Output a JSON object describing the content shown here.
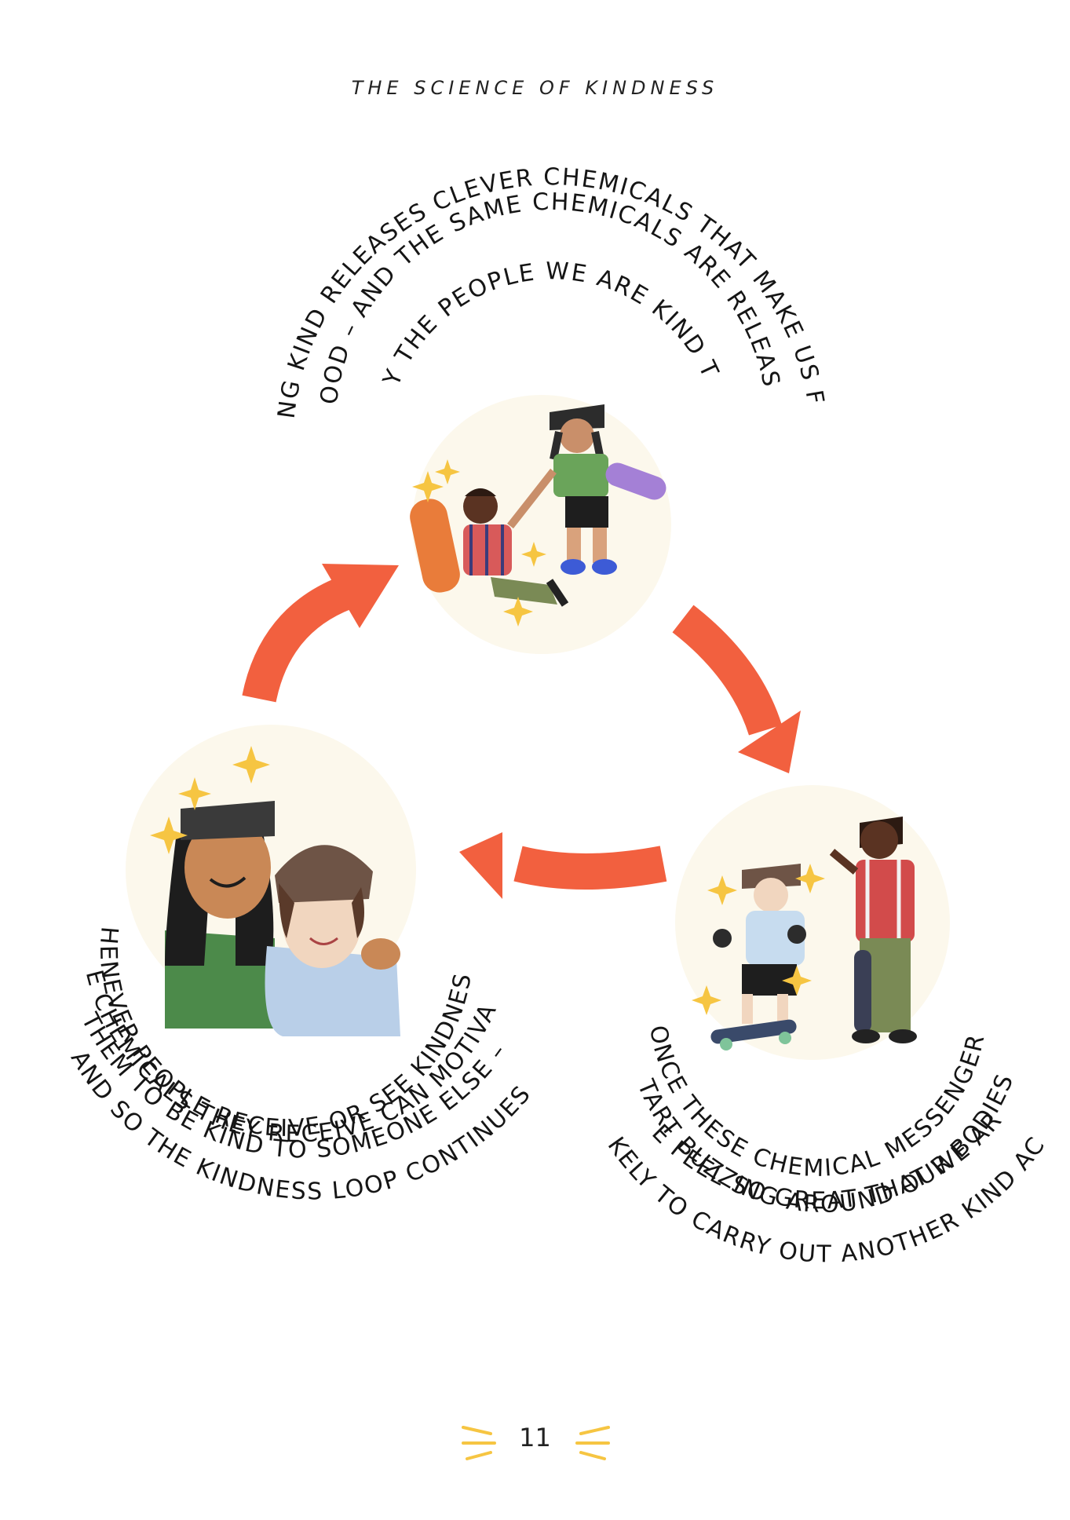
{
  "running_head": "THE SCIENCE OF KINDNESS",
  "loop": {
    "top": {
      "lines": [
        "BEING KIND RELEASES CLEVER CHEMICALS THAT MAKE US FEEL",
        "GOOD – AND THE SAME CHEMICALS ARE RELEASED",
        "BY THE PEOPLE WE ARE KIND TO."
      ]
    },
    "right": {
      "lines": [
        "ONCE THESE CHEMICAL MESSENGERS",
        "START BUZZING AROUND OUR BODIES,",
        "WE FEEL SO GREAT THAT WE ARE",
        "LIKELY TO CARRY OUT ANOTHER KIND ACT."
      ]
    },
    "left": {
      "lines": [
        "WHENEVER PEOPLE RECEIVE OR SEE KINDNESS,",
        "THE CHEMICALS THEY RECEIVE CAN MOTIVATE",
        "THEM TO BE KIND TO SOMEONE ELSE –",
        "AND SO THE KINDNESS LOOP CONTINUES!"
      ]
    }
  },
  "page_number": "11",
  "colors": {
    "arrow": "#f2603f",
    "sparkle": "#f6c542",
    "text": "#151515"
  }
}
